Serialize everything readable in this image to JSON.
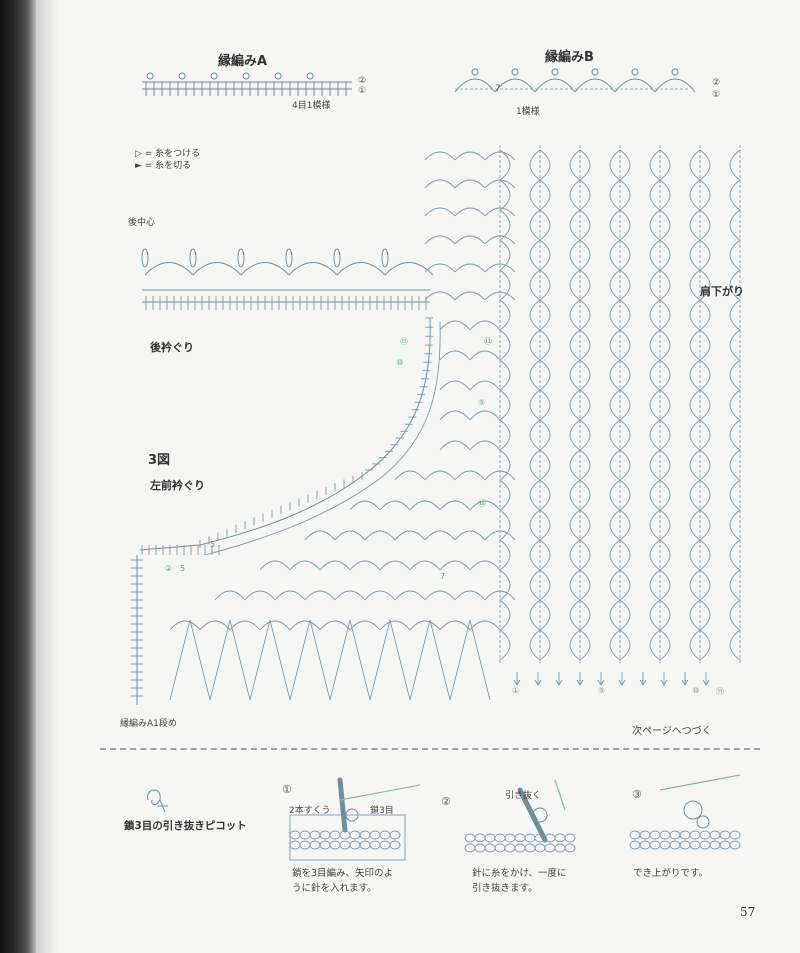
{
  "top": {
    "pattern_a_title": "縁編みA",
    "pattern_a_repeat": "4目1模様",
    "pattern_b_title": "縁編みB",
    "pattern_b_repeat": "1模様",
    "pattern_b_num": "7",
    "row_1": "①",
    "row_2": "②"
  },
  "legend": {
    "attach": "▷ = 糸をつける",
    "cut": "► = 糸を切る"
  },
  "diagram": {
    "back_center": "後中心",
    "back_neck": "後衿ぐり",
    "figure_no": "3図",
    "left_front_neck": "左前衿ぐり",
    "shoulder_drop": "肩下がり",
    "edge_finish": "縁編みA1段め",
    "continued": "次ページへつづく",
    "row_labels": [
      "⑪",
      "⑩",
      "⑬",
      "⑤",
      "⑮",
      "⑦",
      "②",
      "5",
      "5",
      "7"
    ],
    "col_labels": [
      "①",
      "⑤",
      "⑩",
      "⑪"
    ]
  },
  "bottom": {
    "symbol_title": "鎖3目の引き抜きピコット",
    "step1_num": "①",
    "step1_label_a": "2本すくう",
    "step1_label_b": "鎖3目",
    "step1_text_1": "鎖を3目編み、矢印のよ",
    "step1_text_2": "うに針を入れます。",
    "step2_num": "②",
    "step2_label": "引き抜く",
    "step2_text_1": "針に糸をかけ、一度に",
    "step2_text_2": "引き抜きます。",
    "step3_num": "③",
    "step3_text": "でき上がりです。"
  },
  "page_number": "57"
}
